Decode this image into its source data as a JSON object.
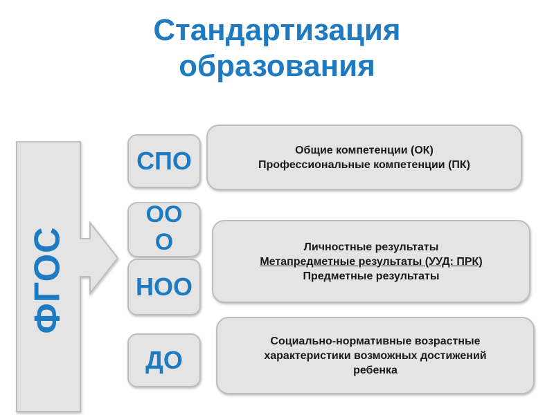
{
  "title": {
    "line1": "Стандартизация",
    "line2": "образования"
  },
  "fgos": {
    "label": "ФГОС"
  },
  "levels": {
    "spo": "СПО",
    "ooo": "ООО",
    "noo": "НОО",
    "do": "ДО"
  },
  "descriptions": {
    "spo": {
      "line1": "Общие компетенции (ОК)",
      "line2": "Профессиональные компетенции (ПК)"
    },
    "school": {
      "line1": "Личностные результаты",
      "line2": "Метапредметные результаты (УУД: ПРК)",
      "line3": "Предметные результаты"
    },
    "do": {
      "line1": "Социально-нормативные возрастные",
      "line2": "характеристики возможных достижений",
      "line3": "ребенка"
    }
  },
  "colors": {
    "accent": "#1f7bc1",
    "box_fill": "#e4e4e4",
    "box_border": "#bdbdbd",
    "text_dark": "#1a1a1a"
  }
}
